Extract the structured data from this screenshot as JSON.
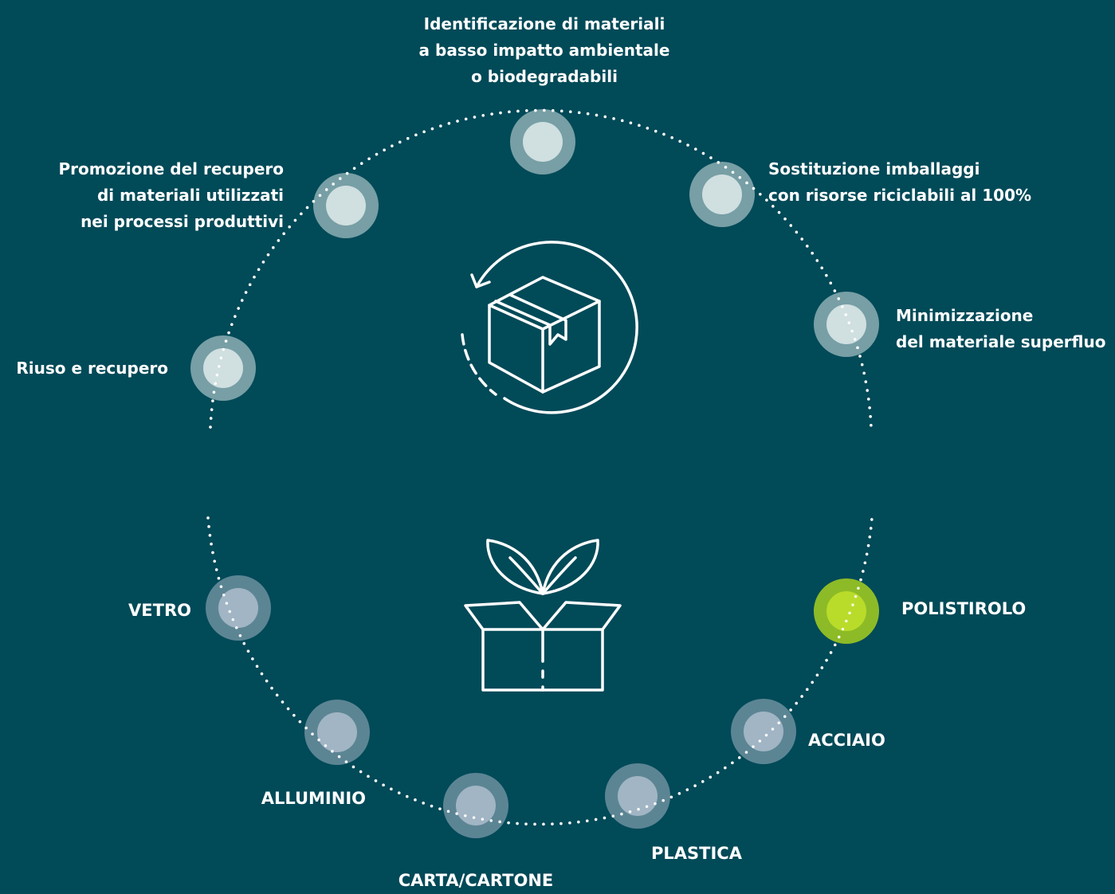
{
  "colors": {
    "background": "#014a58",
    "node_light": "#d9e6e6",
    "node_material": "#a7b6c7",
    "node_active": "#a6cf1f",
    "dots": "#ffffff"
  },
  "icons": {
    "top_center": "recycling-box-icon",
    "bottom_center": "eco-packaging-icon"
  },
  "strategies": {
    "top": [
      "Identificazione di materiali",
      "a basso impatto ambientale",
      "o biodegradabili"
    ],
    "top_right": [
      "Sostituzione imballaggi",
      "con risorse riciclabili al 100%"
    ],
    "right": [
      "Minimizzazione",
      "del materiale superfluo"
    ],
    "top_left": [
      "Promozione del recupero",
      "di materiali utilizzati",
      "nei processi produttivi"
    ],
    "left": "Riuso e recupero"
  },
  "materials": {
    "vetro": "VETRO",
    "alluminio": "ALLUMINIO",
    "carta": "CARTA/CARTONE",
    "plastica": "PLASTICA",
    "acciaio": "ACCIAIO",
    "polistirolo": "POLISTIROLO"
  },
  "highlighted_material": "POLISTIROLO"
}
